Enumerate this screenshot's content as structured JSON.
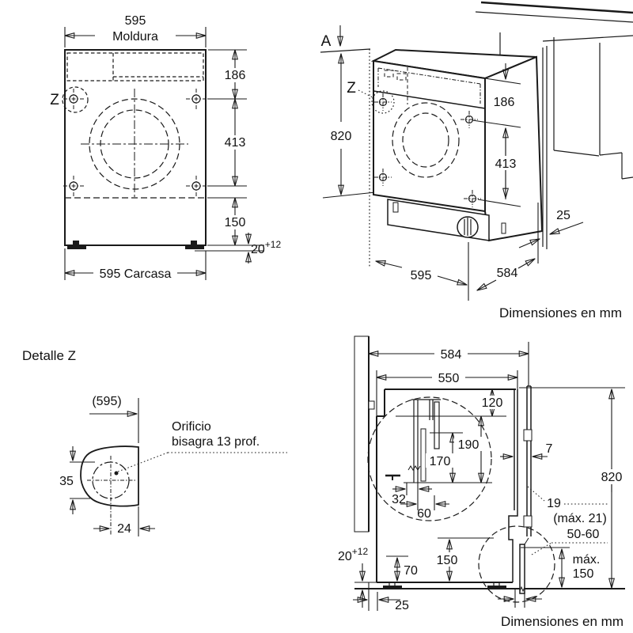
{
  "front_view": {
    "width_top_value": "595",
    "width_top_label": "Moldura",
    "dim_186": "186",
    "dim_413": "413",
    "dim_150": "150",
    "foot_dim_base": "20",
    "foot_dim_sup": "+12",
    "width_bottom": "595 Carcasa",
    "detail_marker": "Z"
  },
  "perspective_view": {
    "label_a": "A",
    "dim_height": "820",
    "detail_marker": "Z",
    "dim_186": "186",
    "dim_413": "413",
    "dim_side_gap": "25",
    "dim_width": "595",
    "dim_depth": "584",
    "caption": "Dimensiones en mm"
  },
  "detail_z": {
    "title": "Detalle Z",
    "dim_panel_width": "(595)",
    "note_line1": "Orificio",
    "note_line2": "bisagra 13 prof.",
    "dim_hole": "35",
    "dim_center_offset": "24"
  },
  "section_view": {
    "dim_niche_depth": "584",
    "dim_body_depth": "550",
    "dim_top_recess": "120",
    "dim_190": "190",
    "dim_170": "170",
    "dim_32": "32",
    "dim_60": "60",
    "dim_front_gap": "7",
    "dim_height": "820",
    "dim_door_thickness": "19",
    "dim_door_thickness_max": "(máx. 21)",
    "dim_plinth_recess": "50-60",
    "dim_plinth_max_label": "máx.",
    "dim_plinth_max_value": "150",
    "dim_150": "150",
    "dim_70": "70",
    "foot_dim_base": "20",
    "foot_dim_sup": "+12",
    "dim_wall_gap": "25",
    "caption": "Dimensiones en mm"
  }
}
